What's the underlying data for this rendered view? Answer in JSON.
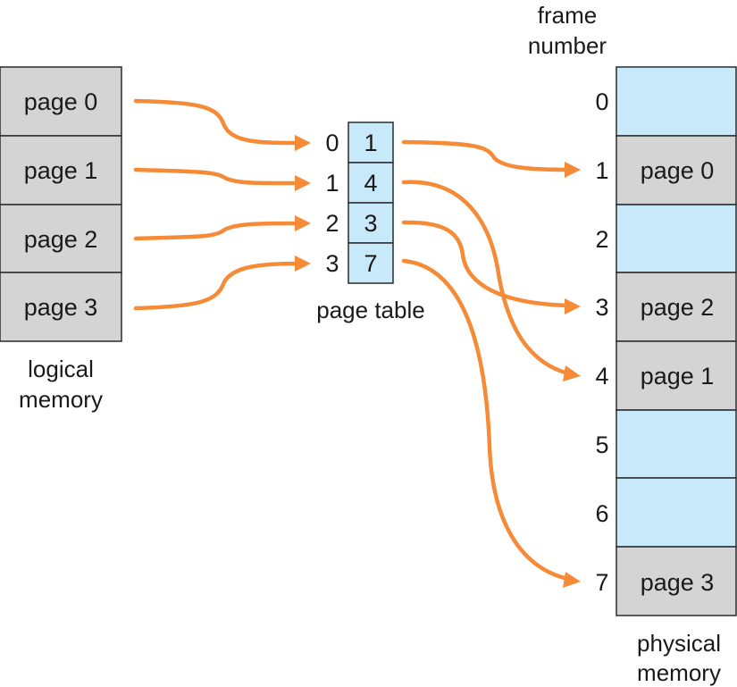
{
  "logical_memory": {
    "label_line1": "logical",
    "label_line2": "memory",
    "pages": [
      "page 0",
      "page 1",
      "page 2",
      "page 3"
    ]
  },
  "page_table": {
    "label": "page table",
    "indices": [
      "0",
      "1",
      "2",
      "3"
    ],
    "frames": [
      "1",
      "4",
      "3",
      "7"
    ]
  },
  "physical_memory": {
    "header_line1": "frame",
    "header_line2": "number",
    "label_line1": "physical",
    "label_line2": "memory",
    "frame_numbers": [
      "0",
      "1",
      "2",
      "3",
      "4",
      "5",
      "6",
      "7"
    ],
    "frame_contents": [
      "",
      "page 0",
      "",
      "page 2",
      "page 1",
      "",
      "",
      "page 3"
    ]
  },
  "colors": {
    "page_fill": "#d4d4d4",
    "empty_frame_fill": "#c8e9fa",
    "arrow": "#f58a37"
  }
}
